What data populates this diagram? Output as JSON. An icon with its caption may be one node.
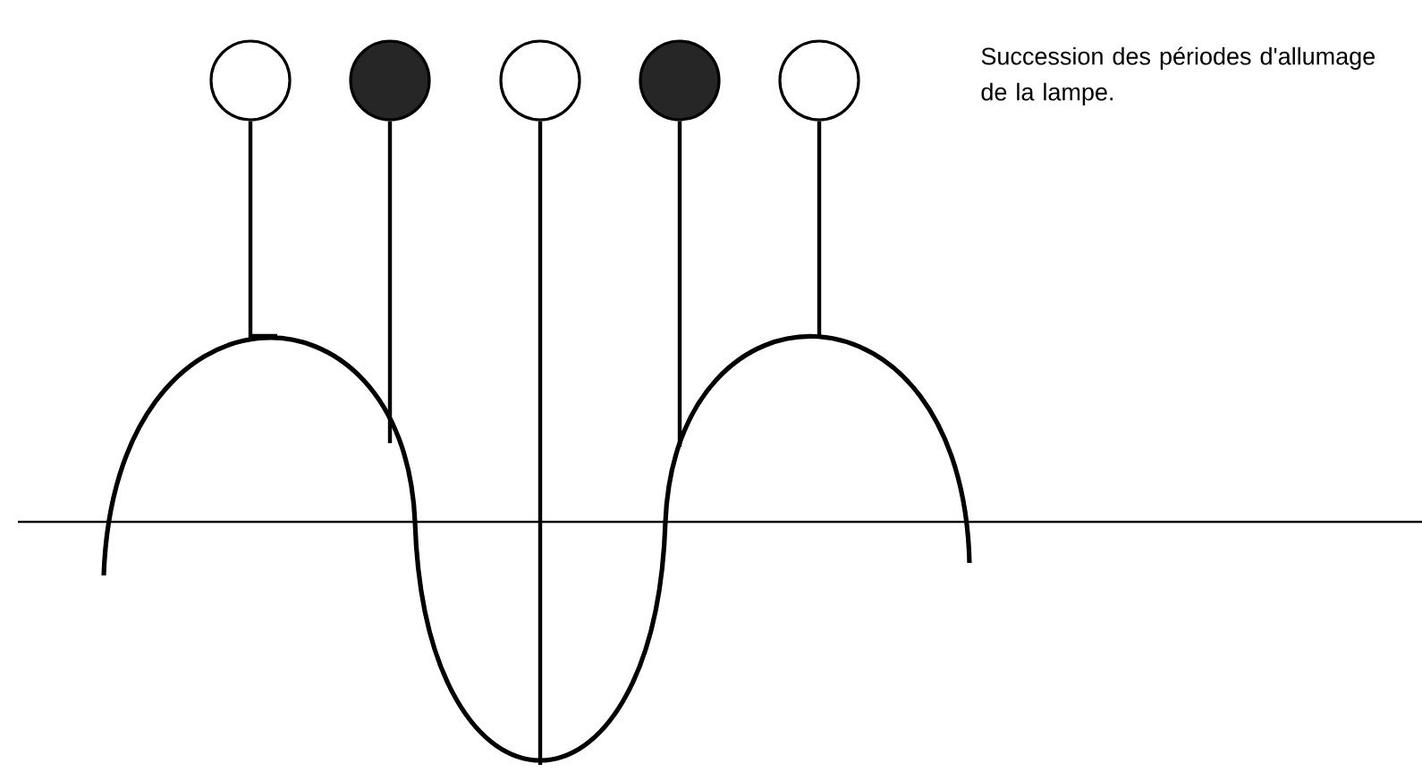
{
  "diagram": {
    "nodes": [
      {
        "text": [],
        "shape": "circle"
      },
      {
        "text": [],
        "shape": "circle"
      },
      {
        "text": [],
        "shape": "circle"
      },
      {
        "text": [],
        "shape": "circle"
      },
      {
        "text": [],
        "shape": "circle"
      }
    ],
    "edges": [
      {
        "from": 0,
        "to": null,
        "arrow": "none"
      },
      {
        "from": 1,
        "to": null,
        "arrow": "none"
      },
      {
        "from": 2,
        "to": null,
        "arrow": "none"
      },
      {
        "from": 3,
        "to": null,
        "arrow": "none"
      },
      {
        "from": 4,
        "to": null,
        "arrow": "none"
      }
    ],
    "labels": [
      "Succession des périodes d'allumage de la lampe."
    ]
  }
}
